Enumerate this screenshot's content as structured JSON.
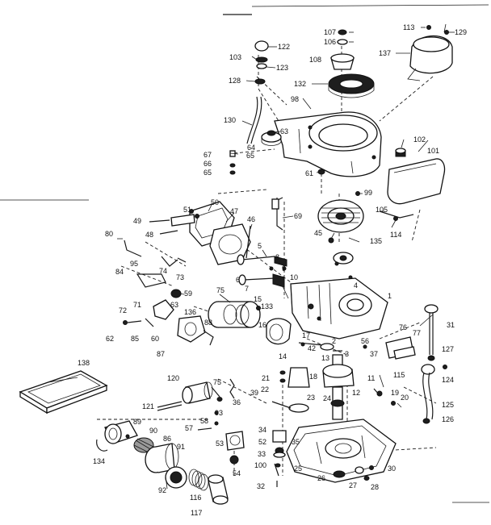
{
  "diagram": {
    "labels": [
      {
        "id": "107",
        "t": "107"
      },
      {
        "id": "106",
        "t": "106"
      },
      {
        "id": "113",
        "t": "113"
      },
      {
        "id": "129",
        "t": "129"
      },
      {
        "id": "122",
        "t": "122"
      },
      {
        "id": "103",
        "t": "103"
      },
      {
        "id": "123",
        "t": "123"
      },
      {
        "id": "108",
        "t": "108"
      },
      {
        "id": "137",
        "t": "137"
      },
      {
        "id": "128",
        "t": "128"
      },
      {
        "id": "132",
        "t": "132"
      },
      {
        "id": "98",
        "t": "98"
      },
      {
        "id": "130",
        "t": "130"
      },
      {
        "id": "63a",
        "t": "63"
      },
      {
        "id": "64",
        "t": "64"
      },
      {
        "id": "65a",
        "t": "65"
      },
      {
        "id": "102",
        "t": "102"
      },
      {
        "id": "101",
        "t": "101"
      },
      {
        "id": "67",
        "t": "67"
      },
      {
        "id": "66",
        "t": "66"
      },
      {
        "id": "65b",
        "t": "65"
      },
      {
        "id": "61",
        "t": "61"
      },
      {
        "id": "99",
        "t": "99"
      },
      {
        "id": "105",
        "t": "105"
      },
      {
        "id": "114",
        "t": "114"
      },
      {
        "id": "50",
        "t": "50"
      },
      {
        "id": "51",
        "t": "51"
      },
      {
        "id": "47",
        "t": "47"
      },
      {
        "id": "46",
        "t": "46"
      },
      {
        "id": "69",
        "t": "69"
      },
      {
        "id": "49",
        "t": "49"
      },
      {
        "id": "48",
        "t": "48"
      },
      {
        "id": "45",
        "t": "45"
      },
      {
        "id": "135",
        "t": "135"
      },
      {
        "id": "80",
        "t": "80"
      },
      {
        "id": "95",
        "t": "95"
      },
      {
        "id": "5",
        "t": "5"
      },
      {
        "id": "8",
        "t": "8"
      },
      {
        "id": "9",
        "t": "9"
      },
      {
        "id": "74",
        "t": "74"
      },
      {
        "id": "84",
        "t": "84"
      },
      {
        "id": "73",
        "t": "73"
      },
      {
        "id": "6",
        "t": "6"
      },
      {
        "id": "10",
        "t": "10"
      },
      {
        "id": "7",
        "t": "7"
      },
      {
        "id": "4",
        "t": "4"
      },
      {
        "id": "75a",
        "t": "75"
      },
      {
        "id": "59",
        "t": "59"
      },
      {
        "id": "71",
        "t": "71"
      },
      {
        "id": "63b",
        "t": "63"
      },
      {
        "id": "72",
        "t": "72"
      },
      {
        "id": "15",
        "t": "15"
      },
      {
        "id": "133",
        "t": "133"
      },
      {
        "id": "136",
        "t": "136"
      },
      {
        "id": "1",
        "t": "1"
      },
      {
        "id": "31",
        "t": "31"
      },
      {
        "id": "62",
        "t": "62"
      },
      {
        "id": "85",
        "t": "85"
      },
      {
        "id": "60",
        "t": "60"
      },
      {
        "id": "88",
        "t": "88"
      },
      {
        "id": "16",
        "t": "16"
      },
      {
        "id": "76",
        "t": "76"
      },
      {
        "id": "77",
        "t": "77"
      },
      {
        "id": "87",
        "t": "87"
      },
      {
        "id": "17",
        "t": "17"
      },
      {
        "id": "42",
        "t": "42"
      },
      {
        "id": "2",
        "t": "2"
      },
      {
        "id": "56",
        "t": "56"
      },
      {
        "id": "3",
        "t": "3"
      },
      {
        "id": "37",
        "t": "37"
      },
      {
        "id": "127",
        "t": "127"
      },
      {
        "id": "14",
        "t": "14"
      },
      {
        "id": "13",
        "t": "13"
      },
      {
        "id": "138",
        "t": "138"
      },
      {
        "id": "18",
        "t": "18"
      },
      {
        "id": "115",
        "t": "115"
      },
      {
        "id": "124",
        "t": "124"
      },
      {
        "id": "120",
        "t": "120"
      },
      {
        "id": "21",
        "t": "21"
      },
      {
        "id": "11",
        "t": "11"
      },
      {
        "id": "75b",
        "t": "75"
      },
      {
        "id": "22",
        "t": "22"
      },
      {
        "id": "39",
        "t": "39"
      },
      {
        "id": "12",
        "t": "12"
      },
      {
        "id": "19",
        "t": "19"
      },
      {
        "id": "20",
        "t": "20"
      },
      {
        "id": "23",
        "t": "23"
      },
      {
        "id": "24",
        "t": "24"
      },
      {
        "id": "121",
        "t": "121"
      },
      {
        "id": "36",
        "t": "36"
      },
      {
        "id": "125",
        "t": "125"
      },
      {
        "id": "93",
        "t": "93"
      },
      {
        "id": "89",
        "t": "89"
      },
      {
        "id": "126",
        "t": "126"
      },
      {
        "id": "58",
        "t": "58"
      },
      {
        "id": "57",
        "t": "57"
      },
      {
        "id": "34",
        "t": "34"
      },
      {
        "id": "90",
        "t": "90"
      },
      {
        "id": "86",
        "t": "86"
      },
      {
        "id": "53",
        "t": "53"
      },
      {
        "id": "52",
        "t": "52"
      },
      {
        "id": "35",
        "t": "35"
      },
      {
        "id": "91",
        "t": "91"
      },
      {
        "id": "134",
        "t": "134"
      },
      {
        "id": "33",
        "t": "33"
      },
      {
        "id": "54",
        "t": "54"
      },
      {
        "id": "100",
        "t": "100"
      },
      {
        "id": "25",
        "t": "25"
      },
      {
        "id": "30",
        "t": "30"
      },
      {
        "id": "92",
        "t": "92"
      },
      {
        "id": "116",
        "t": "116"
      },
      {
        "id": "26",
        "t": "26"
      },
      {
        "id": "27",
        "t": "27"
      },
      {
        "id": "28",
        "t": "28"
      },
      {
        "id": "32",
        "t": "32"
      },
      {
        "id": "117",
        "t": "117"
      }
    ]
  }
}
